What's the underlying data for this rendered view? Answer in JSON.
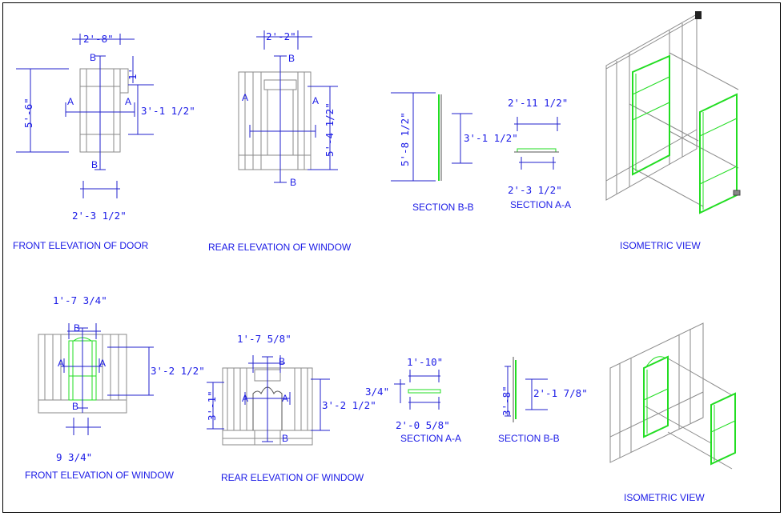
{
  "top_row": {
    "door_front": {
      "title": "FRONT ELEVATION OF DOOR",
      "dim_width_top": "2'-8\"",
      "dim_width_bottom": "2'-3 1/2\"",
      "dim_height": "5'-6\"",
      "dim_right": "3'-1 1/2\"",
      "dim_small": "1'",
      "sec_a_left": "A",
      "sec_a_right": "A",
      "sec_b_top": "B",
      "sec_b_bottom": "B"
    },
    "window_rear": {
      "title": "REAR ELEVATION OF WINDOW",
      "dim_width_top": "2'-2\"",
      "dim_height": "5'-4 1/2\"",
      "sec_a_left": "A",
      "sec_a_right": "A",
      "sec_b_top": "B",
      "sec_b_bottom": "B"
    },
    "section_bb": {
      "title": "SECTION B-B",
      "dim_height": "5'-8 1/2\"",
      "dim_inner": "3'-1 1/2\""
    },
    "section_aa": {
      "title": "SECTION A-A",
      "dim_top": "2'-11 1/2\"",
      "dim_bottom": "2'-3 1/2\""
    },
    "isometric": {
      "title": "ISOMETRIC VIEW"
    }
  },
  "bottom_row": {
    "window_front": {
      "title": "FRONT ELEVATION OF WINDOW",
      "dim_width_top": "1'-7 3/4\"",
      "dim_width_bottom": "9 3/4\"",
      "dim_height": "3'-2 1/2\"",
      "sec_a_left": "A",
      "sec_a_right": "A",
      "sec_b_top": "B",
      "sec_b_bottom": "B"
    },
    "window_rear": {
      "title": "REAR ELEVATION OF WINDOW",
      "dim_width_top": "1'-7 5/8\"",
      "dim_left": "3'-1\"",
      "dim_right": "3'-2 1/2\"",
      "sec_a_left": "A",
      "sec_a_right": "A",
      "sec_b_top": "B",
      "sec_b_bottom": "B"
    },
    "section_aa": {
      "title": "SECTION A-A",
      "dim_top": "1'-10\"",
      "dim_left": "3/4\"",
      "dim_bottom": "2'-0 5/8\""
    },
    "section_bb": {
      "title": "SECTION B-B",
      "dim_left": "3'-8\"",
      "dim_right": "2'-1 7/8\""
    },
    "isometric": {
      "title": "ISOMETRIC VIEW"
    }
  },
  "colors": {
    "dimension_blue": "#1a1ae6",
    "frame_green": "#22dd22",
    "line_gray": "#8a8a8a",
    "border": "#000000"
  }
}
